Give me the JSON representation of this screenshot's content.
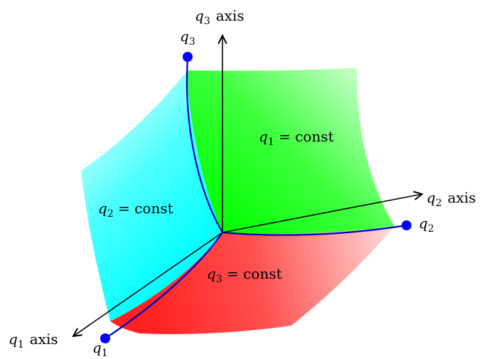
{
  "axes": {
    "q1": {
      "var": "q",
      "sub": "1",
      "word": "axis"
    },
    "q2": {
      "var": "q",
      "sub": "2",
      "word": "axis"
    },
    "q3": {
      "var": "q",
      "sub": "3",
      "word": "axis"
    }
  },
  "surfaces": {
    "q1_const": {
      "var": "q",
      "sub": "1",
      "eq": " = const",
      "color": "#00ff00"
    },
    "q2_const": {
      "var": "q",
      "sub": "2",
      "eq": " = const",
      "color": "#00ffff"
    },
    "q3_const": {
      "var": "q",
      "sub": "3",
      "eq": " = const",
      "color": "#ff0000"
    }
  },
  "points": {
    "q1": {
      "var": "q",
      "sub": "1"
    },
    "q2": {
      "var": "q",
      "sub": "2"
    },
    "q3": {
      "var": "q",
      "sub": "3"
    }
  },
  "colors": {
    "curve": "#0000cc",
    "point": "#0000ff",
    "axis": "#000000"
  }
}
